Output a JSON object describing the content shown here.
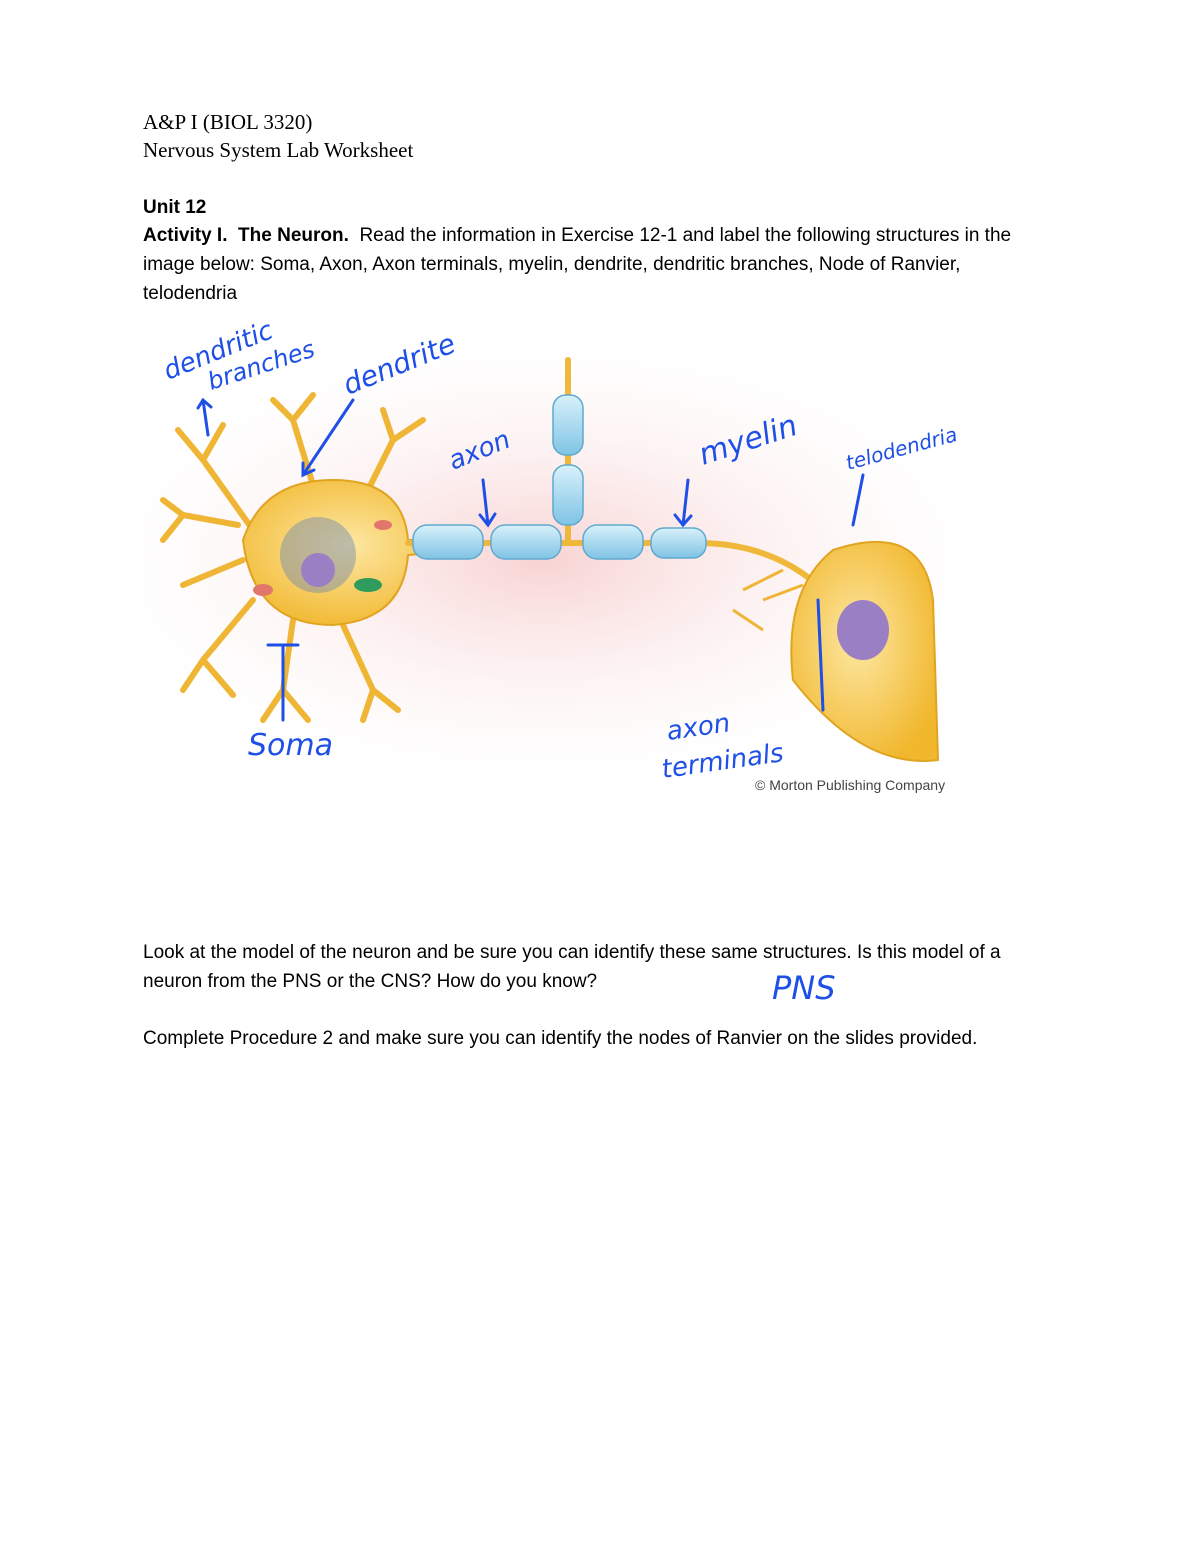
{
  "header": {
    "course": "A&P I (BIOL 3320)",
    "title": "Nervous System Lab Worksheet"
  },
  "unit": "Unit 12",
  "activity": {
    "label": "Activity I.",
    "name": "The Neuron.",
    "instructions": "Read the information in Exercise 12-1 and label the following structures in the image below: Soma, Axon, Axon terminals, myelin, dendrite, dendritic branches, Node of Ranvier, telodendria"
  },
  "figure": {
    "labels": {
      "dendritic_branches_1": "dendritic",
      "dendritic_branches_2": "branches",
      "dendrite": "dendrite",
      "axon": "axon",
      "myelin": "myelin",
      "telodendria": "telodendria",
      "soma": "Soma",
      "axon_terminals_1": "axon",
      "axon_terminals_2": "terminals"
    },
    "copyright": "© Morton Publishing Company",
    "colors": {
      "ink": "#1e4fe6",
      "cell": "#f5c542",
      "myelin": "#a9dbf0"
    }
  },
  "question1": {
    "text": "Look at the model of the neuron and be sure you can identify these same structures.  Is this model of a neuron from the PNS or the CNS?  How do you know?",
    "answer": "PNS"
  },
  "question2": {
    "text": "Complete Procedure 2 and make sure you can identify the nodes of Ranvier on the slides provided."
  }
}
